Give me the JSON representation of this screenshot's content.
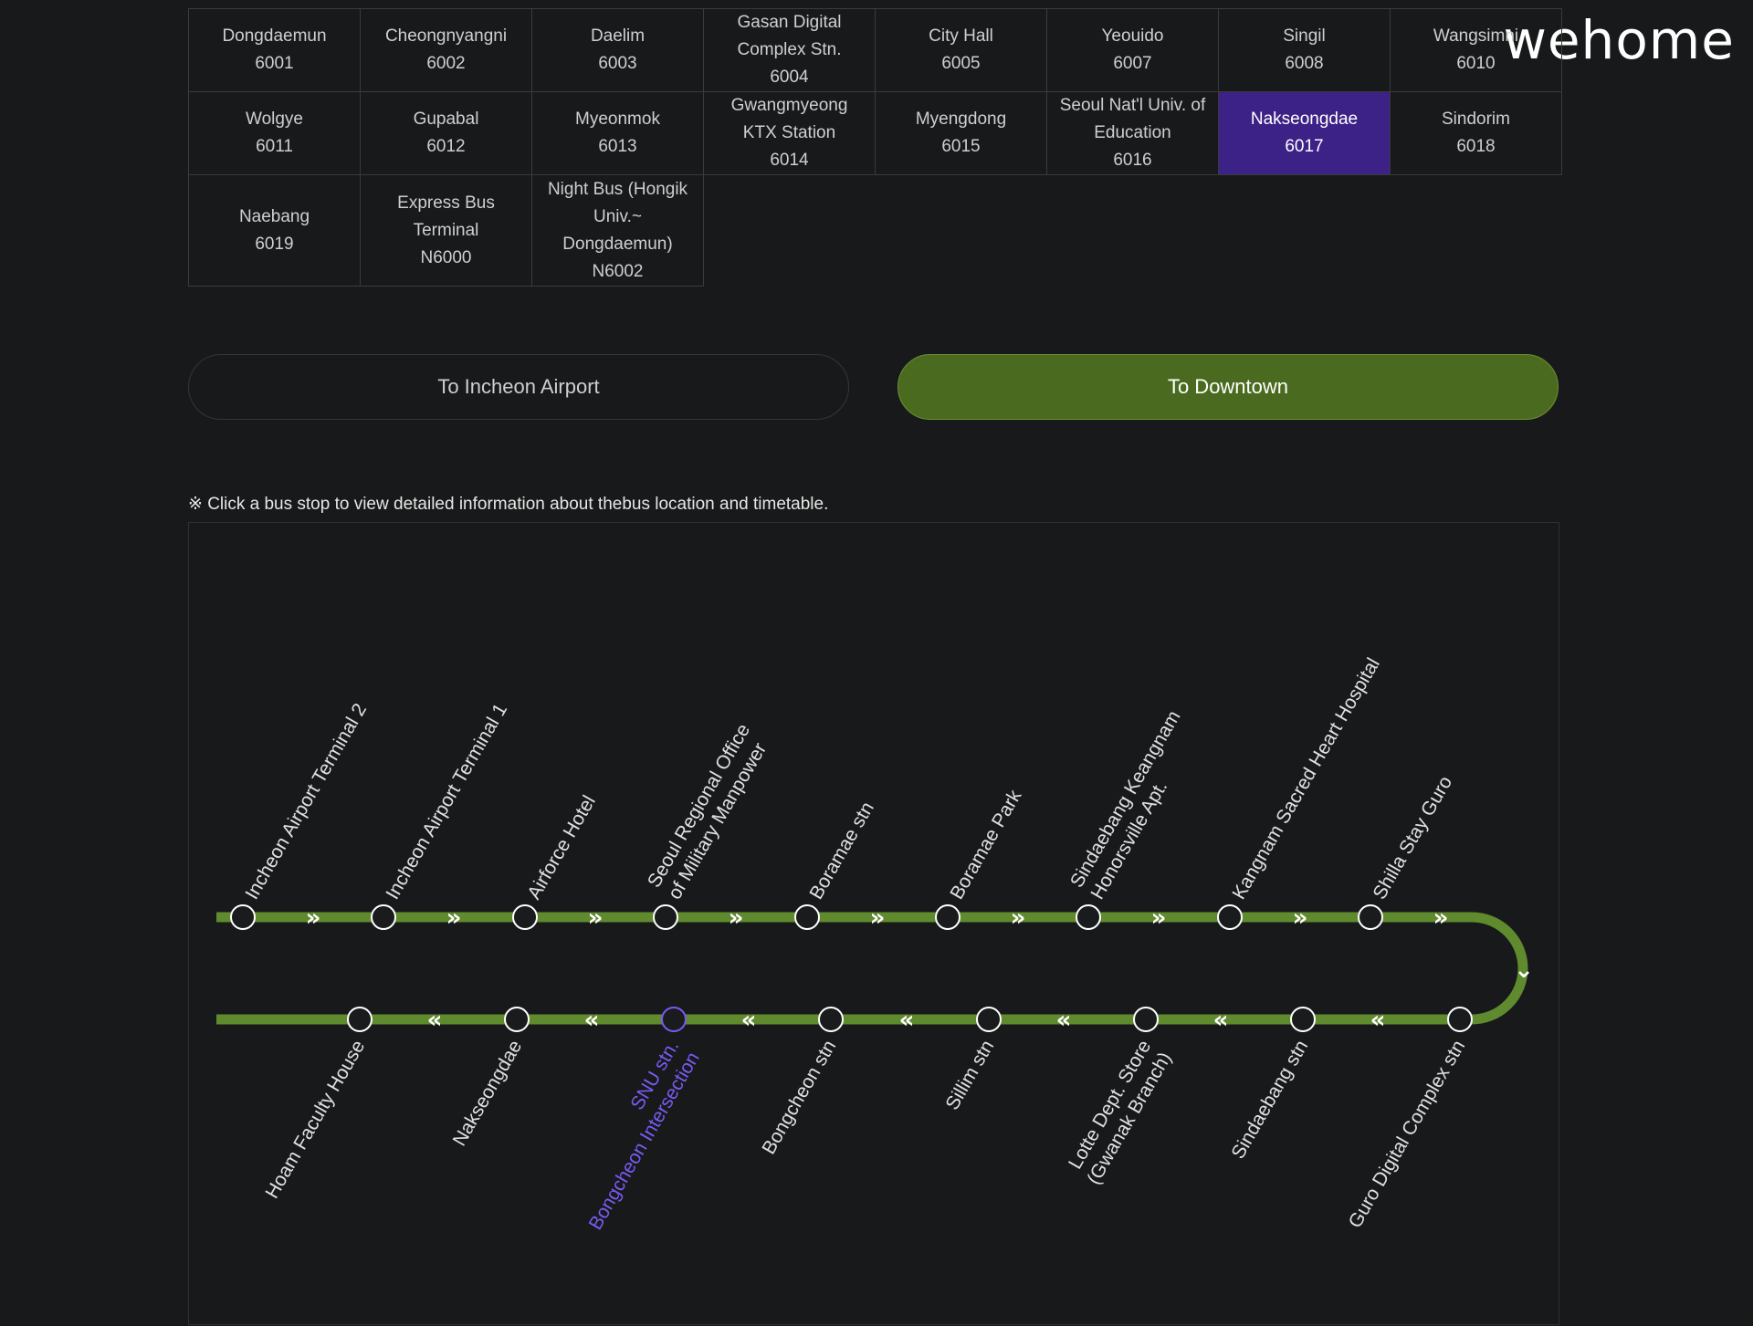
{
  "watermark": "wehome",
  "routes": [
    {
      "name": "Dongdaemun",
      "number": "6001"
    },
    {
      "name": "Cheongnyangni",
      "number": "6002"
    },
    {
      "name": "Daelim",
      "number": "6003"
    },
    {
      "name": "Gasan Digital Complex Stn.",
      "number": "6004"
    },
    {
      "name": "City Hall",
      "number": "6005"
    },
    {
      "name": "Yeouido",
      "number": "6007"
    },
    {
      "name": "Singil",
      "number": "6008"
    },
    {
      "name": "Wangsimni",
      "number": "6010"
    },
    {
      "name": "Wolgye",
      "number": "6011"
    },
    {
      "name": "Gupabal",
      "number": "6012"
    },
    {
      "name": "Myeonmok",
      "number": "6013"
    },
    {
      "name": "Gwangmyeong KTX Station",
      "number": "6014"
    },
    {
      "name": "Myengdong",
      "number": "6015"
    },
    {
      "name": "Seoul Nat'l Univ. of Education",
      "number": "6016"
    },
    {
      "name": "Nakseongdae",
      "number": "6017",
      "active": true
    },
    {
      "name": "Sindorim",
      "number": "6018"
    },
    {
      "name": "Naebang",
      "number": "6019"
    },
    {
      "name": "Express Bus Terminal",
      "number": "N6000"
    },
    {
      "name": "Night Bus (Hongik Univ.~ Dongdaemun)",
      "number": "N6002"
    }
  ],
  "directions": {
    "to_airport": "To Incheon Airport",
    "to_downtown": "To Downtown"
  },
  "notice": "※ Click a bus stop to view detailed information about thebus location and timetable.",
  "map": {
    "colors": {
      "line": "#5f8a2d",
      "stop_fill": "#1a1b1c",
      "stop_stroke": "#ffffff",
      "label": "#e0e0e0",
      "highlight": "#7a5af5"
    },
    "top_stops": [
      {
        "lines": [
          "Incheon Airport Terminal 2"
        ]
      },
      {
        "lines": [
          "Incheon Airport Terminal 1"
        ]
      },
      {
        "lines": [
          "Airforce Hotel"
        ]
      },
      {
        "lines": [
          "Seoul Regional Office",
          "of Military Manpower"
        ]
      },
      {
        "lines": [
          "Boramae stn"
        ]
      },
      {
        "lines": [
          "Boramae Park"
        ]
      },
      {
        "lines": [
          "Sindaebang Keangnam",
          "Honorsville Apt."
        ]
      },
      {
        "lines": [
          "Kangnam Sacred Heart Hospital"
        ]
      },
      {
        "lines": [
          "Shilla Stay Guro"
        ]
      }
    ],
    "bottom_stops": [
      {
        "lines": [
          "Hoam Faculty House"
        ]
      },
      {
        "lines": [
          "Nakseongdae"
        ]
      },
      {
        "lines": [
          "SNU stn.",
          "Bongcheon Intersection"
        ],
        "highlight": true
      },
      {
        "lines": [
          "Bongcheon stn"
        ]
      },
      {
        "lines": [
          "Sillim stn"
        ]
      },
      {
        "lines": [
          "Lotte Dept. Store",
          "(Gwanak Branch)"
        ]
      },
      {
        "lines": [
          "Sindaebang stn"
        ]
      },
      {
        "lines": [
          "Guro Digital Complex stn"
        ]
      }
    ]
  }
}
